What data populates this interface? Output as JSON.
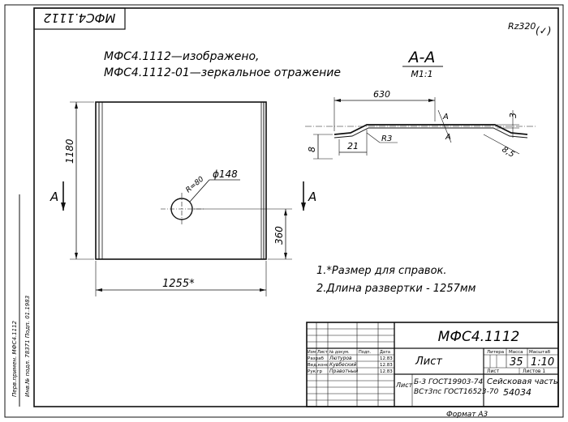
{
  "corner_stamp": "МФС4.1112",
  "roughness": "Rz320",
  "roughness_check": "(✓)",
  "notes_top": {
    "line1": "МФС4.1112—изображено,",
    "line2": "МФС4.1112-01—зеркальное отражение"
  },
  "section": {
    "title": "А-А",
    "scale": "М1:1"
  },
  "dims": {
    "width": "1255*",
    "height": "1180",
    "hole_offset": "360",
    "hole_dia": "ϕ148",
    "hole_radius": "R=80",
    "section_len": "630",
    "bend_21": "21",
    "bend_r3": "R3",
    "thickness_3": "3",
    "bend_8": "8",
    "bend_85": "8,5",
    "cut_label": "А"
  },
  "notes_bottom": {
    "n1": "1.*Размер для справок.",
    "n2": "2.Длина развертки - 1257мм"
  },
  "title_block": {
    "designation": "МФС4.1112",
    "part_name": "Лист",
    "head_litera": "Литера",
    "head_mass": "Масса",
    "head_scale": "Масштаб",
    "mass": "35",
    "scale": "1:10",
    "sheet": "Лист",
    "sheets": "Листов 1",
    "material_1": "Б-3 ГОСТ19903-74",
    "material_2": "ВСт3пс ГОСТ16523-70",
    "org": "Сейсковая часть",
    "org_no": "54034",
    "material_label": "Лист",
    "roles": [
      "Изм",
      "Разраб",
      "Вед.конс",
      "Рук.гр"
    ],
    "head_row": [
      "Лист",
      "№ докум.",
      "Подп.",
      "Дата"
    ],
    "names": [
      "Лютуров",
      "Кувбеский",
      "Правотный"
    ],
    "dates": [
      "12.83",
      "12.83",
      "12.83"
    ]
  },
  "format": "Формат А3",
  "side_strip": {
    "text1": "Перв.примен. МФС4.1112",
    "text2": "Инв.№ подл. 78371 Подп. 01.1983"
  }
}
